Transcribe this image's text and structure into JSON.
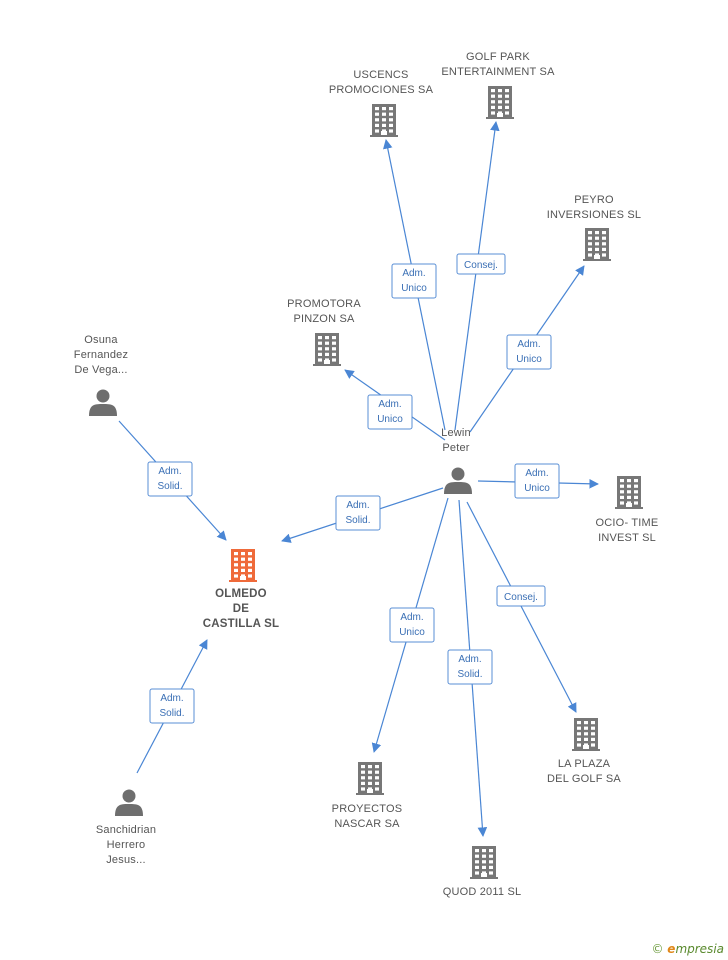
{
  "colors": {
    "edge": "#4a86d4",
    "label_border": "#5a8fd6",
    "label_text": "#3a6fb5",
    "company": "#777777",
    "center_company": "#ef6a3a",
    "person": "#6e6e6e",
    "text": "#555555"
  },
  "nodes": [
    {
      "id": "lewin",
      "type": "person",
      "label": [
        "Lewin",
        "Peter"
      ],
      "icon": "person-icon"
    },
    {
      "id": "olmedo",
      "type": "company",
      "center": true,
      "label": [
        "OLMEDO",
        "DE",
        "CASTILLA SL"
      ],
      "icon": "building-icon"
    },
    {
      "id": "uscencs",
      "type": "company",
      "label": [
        "USCENCS",
        "PROMOCIONES SA"
      ],
      "icon": "building-icon"
    },
    {
      "id": "golfpark",
      "type": "company",
      "label": [
        "GOLF PARK",
        "ENTERTAINMENT SA"
      ],
      "icon": "building-icon"
    },
    {
      "id": "peyro",
      "type": "company",
      "label": [
        "PEYRO",
        "INVERSIONES SL"
      ],
      "icon": "building-icon"
    },
    {
      "id": "pinzon",
      "type": "company",
      "label": [
        "PROMOTORA",
        "PINZON SA"
      ],
      "icon": "building-icon"
    },
    {
      "id": "ocio",
      "type": "company",
      "label": [
        "OCIO- TIME",
        "INVEST  SL"
      ],
      "icon": "building-icon"
    },
    {
      "id": "laplaza",
      "type": "company",
      "label": [
        "LA PLAZA",
        "DEL GOLF SA"
      ],
      "icon": "building-icon"
    },
    {
      "id": "nascar",
      "type": "company",
      "label": [
        "PROYECTOS",
        "NASCAR SA"
      ],
      "icon": "building-icon"
    },
    {
      "id": "quod",
      "type": "company",
      "label": [
        "QUOD 2011 SL"
      ],
      "icon": "building-icon"
    },
    {
      "id": "osuna",
      "type": "person",
      "label": [
        "Osuna",
        "Fernandez",
        "De Vega..."
      ],
      "icon": "person-icon"
    },
    {
      "id": "sanchidrian",
      "type": "person",
      "label": [
        "Sanchidrian",
        "Herrero",
        "Jesus..."
      ],
      "icon": "person-icon"
    }
  ],
  "edges": [
    {
      "from": "lewin",
      "to": "uscencs",
      "label": [
        "Adm.",
        "Unico"
      ]
    },
    {
      "from": "lewin",
      "to": "golfpark",
      "label": [
        "Consej."
      ]
    },
    {
      "from": "lewin",
      "to": "peyro",
      "label": [
        "Adm.",
        "Unico"
      ]
    },
    {
      "from": "lewin",
      "to": "pinzon",
      "label": [
        "Adm.",
        "Unico"
      ]
    },
    {
      "from": "lewin",
      "to": "ocio",
      "label": [
        "Adm.",
        "Unico"
      ]
    },
    {
      "from": "lewin",
      "to": "olmedo",
      "label": [
        "Adm.",
        "Solid."
      ]
    },
    {
      "from": "lewin",
      "to": "laplaza",
      "label": [
        "Consej."
      ]
    },
    {
      "from": "lewin",
      "to": "nascar",
      "label": [
        "Adm.",
        "Unico"
      ]
    },
    {
      "from": "lewin",
      "to": "quod",
      "label": [
        "Adm.",
        "Solid."
      ]
    },
    {
      "from": "osuna",
      "to": "olmedo",
      "label": [
        "Adm.",
        "Solid."
      ]
    },
    {
      "from": "sanchidrian",
      "to": "olmedo",
      "label": [
        "Adm.",
        "Solid."
      ]
    }
  ],
  "brand": {
    "copyright": "©",
    "e": "e",
    "rest": "mpresia"
  }
}
